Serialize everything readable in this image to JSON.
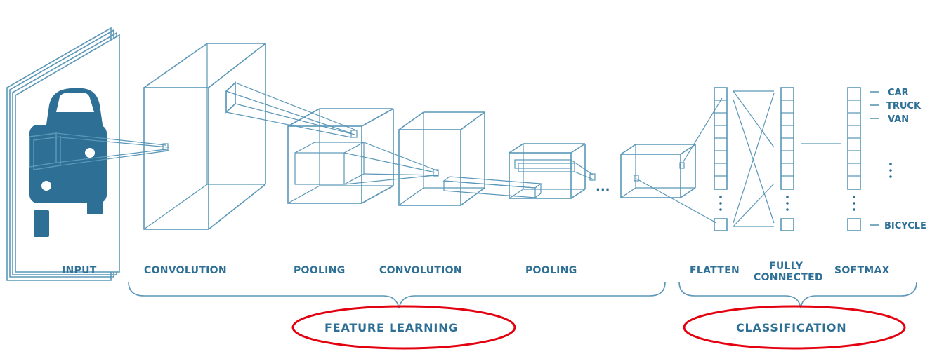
{
  "labels": {
    "input": "INPUT",
    "convolution1": "CONVOLUTION",
    "pooling1": "POOLING",
    "convolution2": "CONVOLUTION",
    "pooling2": "POOLING",
    "flatten": "FLATTEN",
    "fully_connected_line1": "FULLY",
    "fully_connected_line2": "CONNECTED",
    "softmax": "SOFTMAX"
  },
  "groups": {
    "feature_learning": "FEATURE LEARNING",
    "classification": "CLASSIFICATION"
  },
  "outputs": [
    "CAR",
    "TRUCK",
    "VAN",
    "BICYCLE"
  ],
  "ellipsis": "...",
  "colors": {
    "line": "#5a97b8",
    "text": "#2e6f96",
    "car_fill": "#2e6f96",
    "highlight": "#e3000f"
  }
}
